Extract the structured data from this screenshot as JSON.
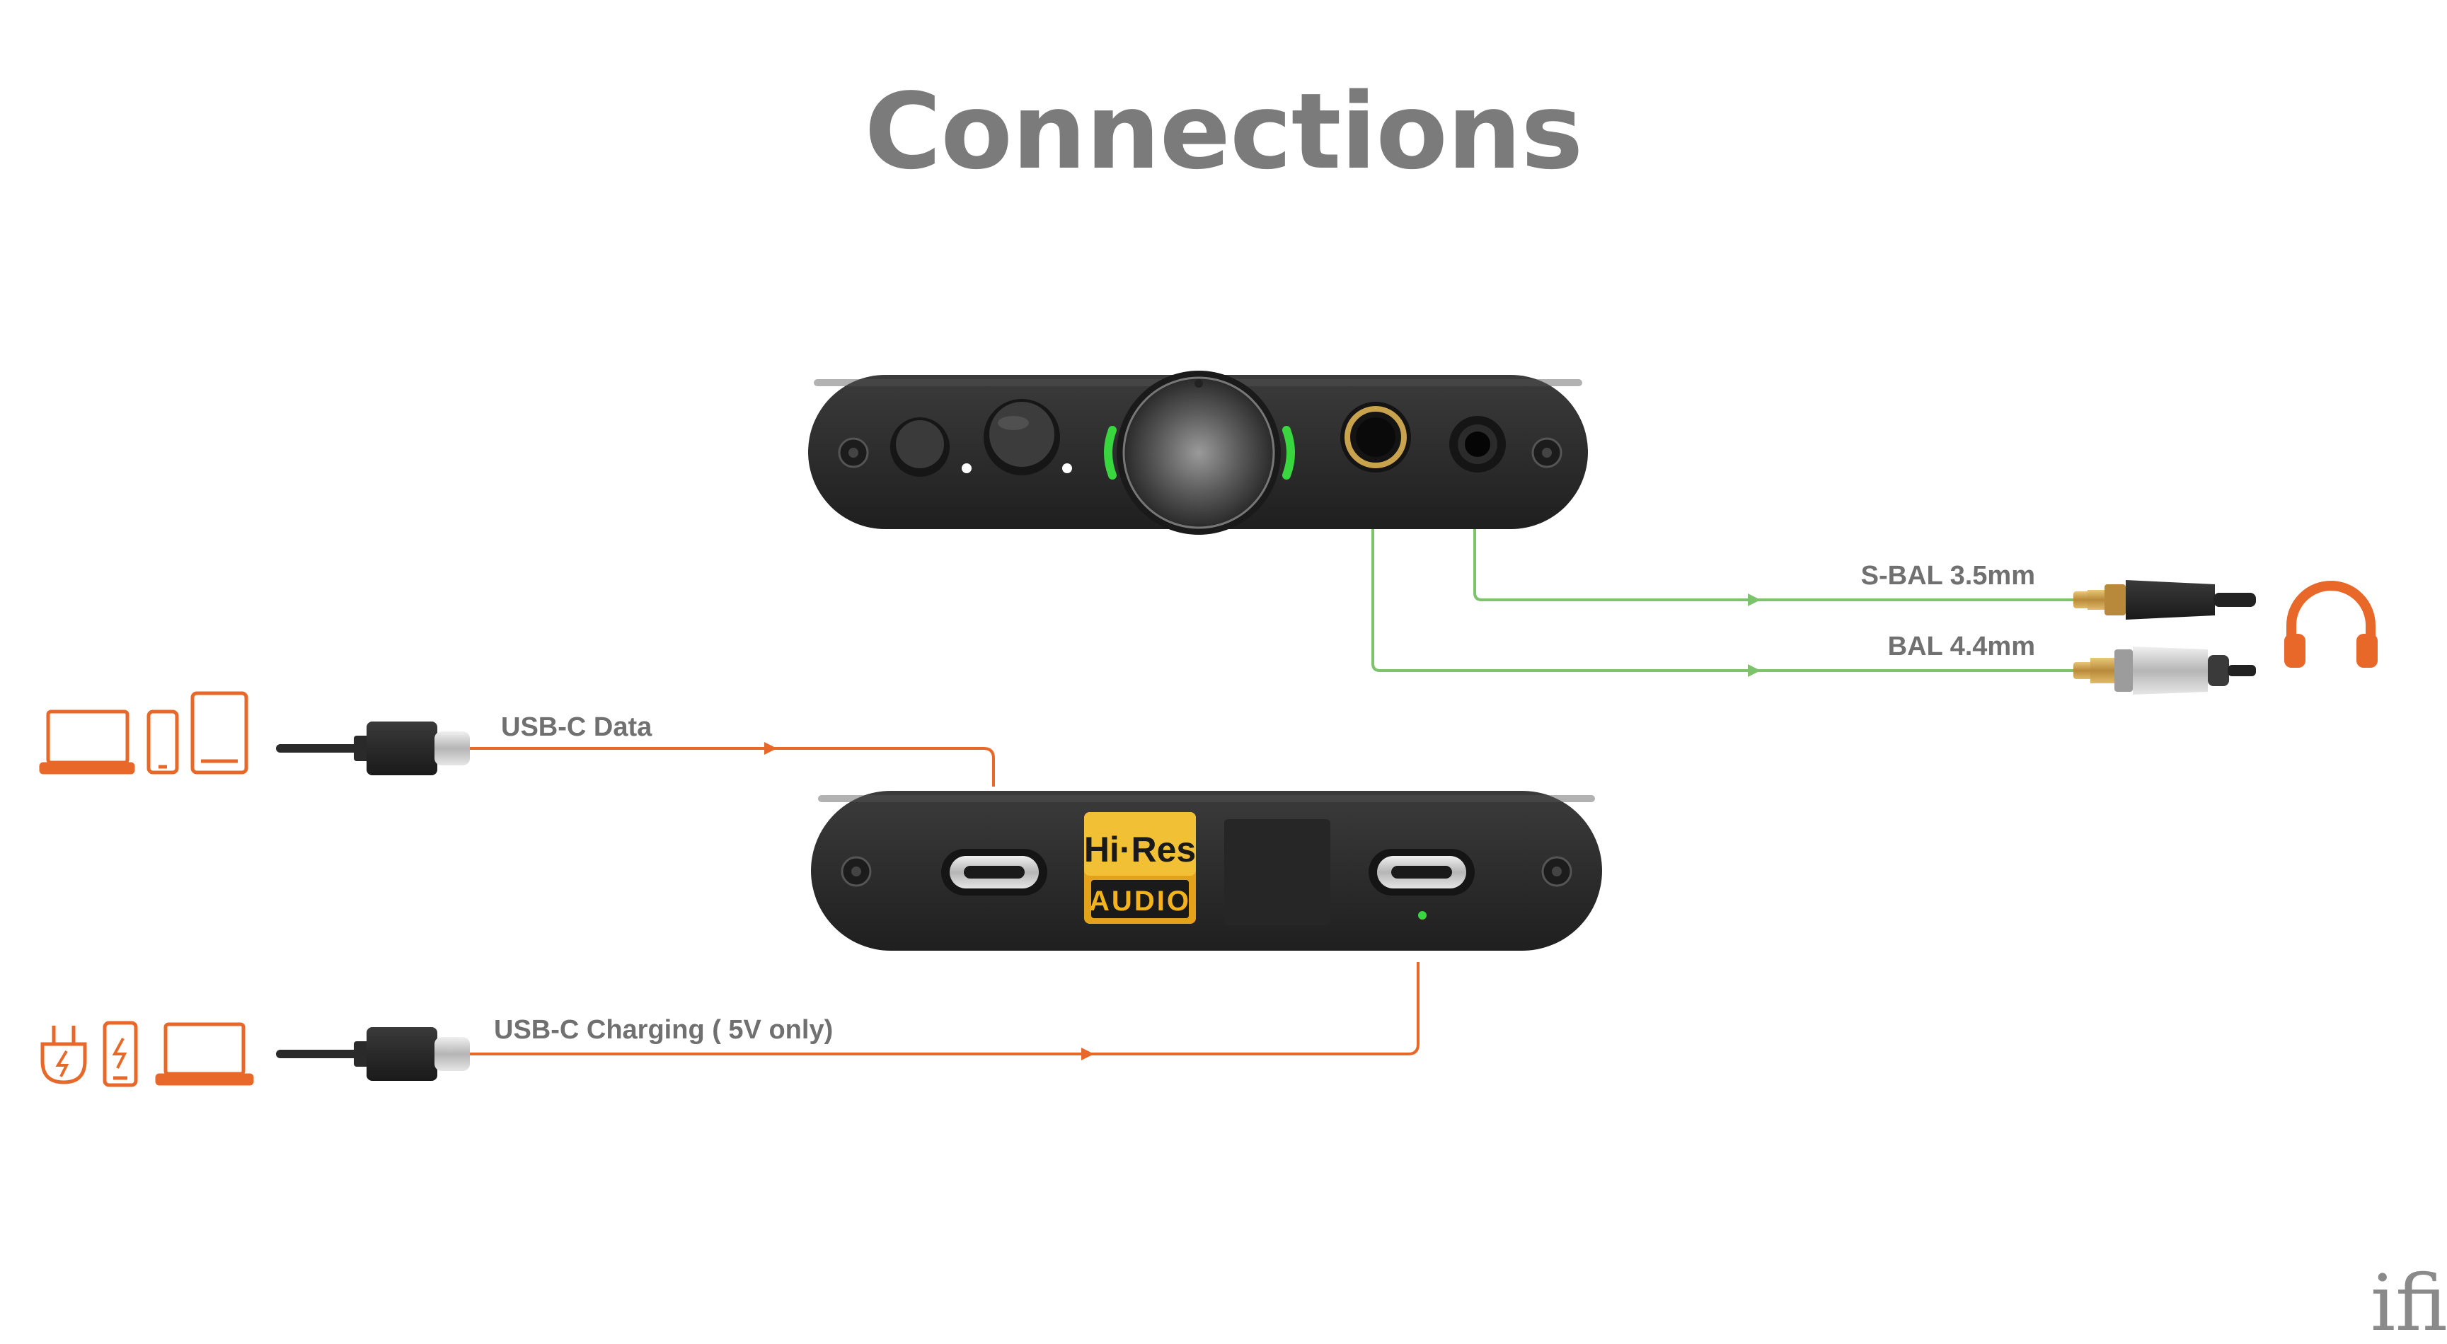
{
  "title": "Connections",
  "labels": {
    "sbal": "S-BAL 3.5mm",
    "bal": "BAL 4.4mm",
    "usb_data": "USB-C Data",
    "usb_charging": "USB-C Charging ( 5V only)"
  },
  "badge": {
    "line1": "Hi·Res",
    "line2": "AUDIO"
  },
  "brand": "ifi",
  "colors": {
    "orange": "#e8682a",
    "green": "#7cc36b",
    "title_gray": "#7b7b7b",
    "label_gray": "#707070",
    "device_body": "#2f2f2f",
    "led_green": "#39d63f",
    "badge_gold": "#e3a21a"
  },
  "icons": {
    "source_devices": [
      "laptop-icon",
      "phone-icon",
      "tablet-icon"
    ],
    "power_devices": [
      "wall-charger-icon",
      "power-bank-icon",
      "laptop-icon"
    ],
    "output": "headphones-icon"
  }
}
